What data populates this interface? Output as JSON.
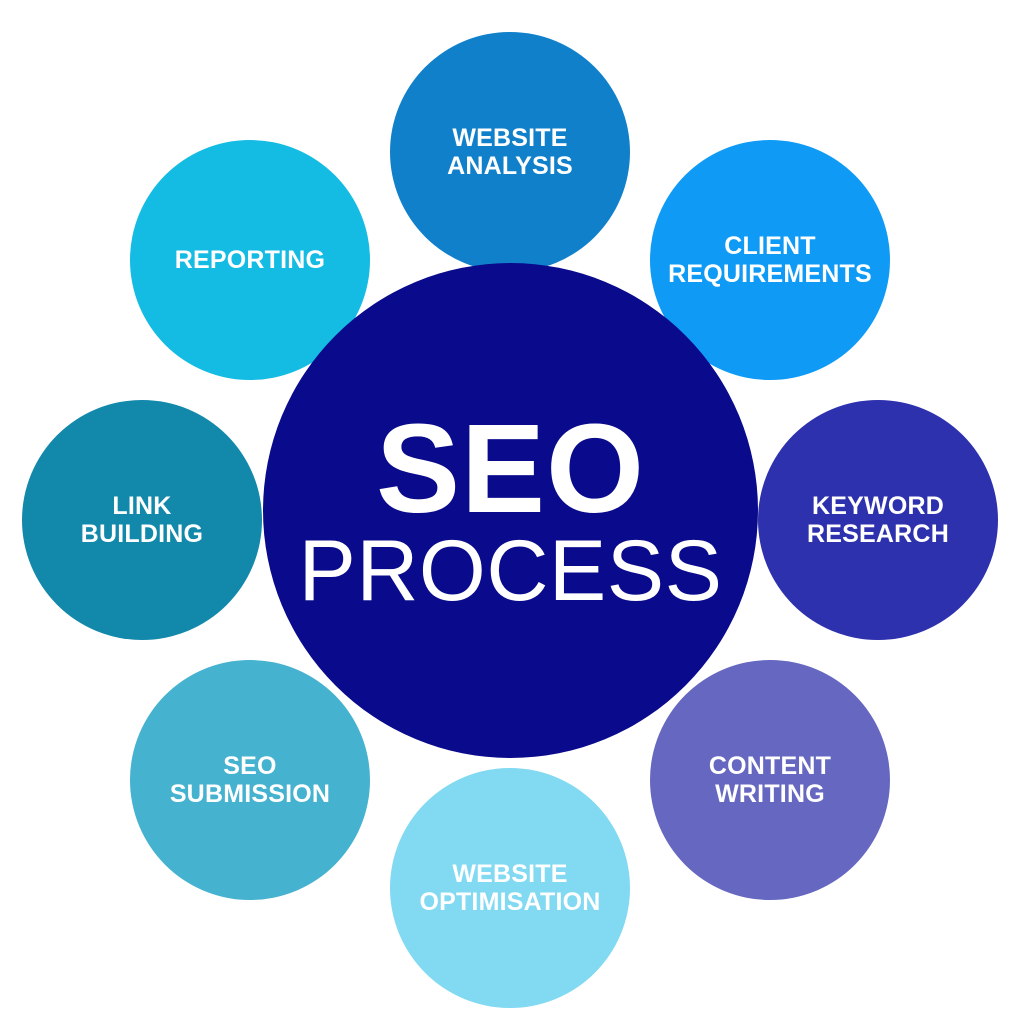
{
  "diagram": {
    "type": "radial-hub-and-spoke",
    "background_color": "#FFFFFF",
    "hub": {
      "title": "SEO",
      "subtitle": "PROCESS",
      "color": "#0A0A8C",
      "text_color": "#FFFFFF"
    },
    "steps": [
      {
        "id": "website-analysis",
        "label": "WEBSITE\nANALYSIS",
        "color": "#1180CB",
        "position": "top"
      },
      {
        "id": "client-requirements",
        "label": "CLIENT\nREQUIREMENTS",
        "color": "#0F9BF5",
        "position": "top-right"
      },
      {
        "id": "keyword-research",
        "label": "KEYWORD\nRESEARCH",
        "color": "#2E31AE",
        "position": "right"
      },
      {
        "id": "content-writing",
        "label": "CONTENT\nWRITING",
        "color": "#6667C0",
        "position": "bottom-right"
      },
      {
        "id": "website-optimisation",
        "label": "WEBSITE\nOPTIMISATION",
        "color": "#82D9F2",
        "position": "bottom"
      },
      {
        "id": "seo-submission",
        "label": "SEO\nSUBMISSION",
        "color": "#45B2CF",
        "position": "bottom-left"
      },
      {
        "id": "link-building",
        "label": "LINK\nBUILDING",
        "color": "#1288AA",
        "position": "left"
      },
      {
        "id": "reporting",
        "label": "REPORTING",
        "color": "#14BCE4",
        "position": "top-left"
      }
    ]
  }
}
